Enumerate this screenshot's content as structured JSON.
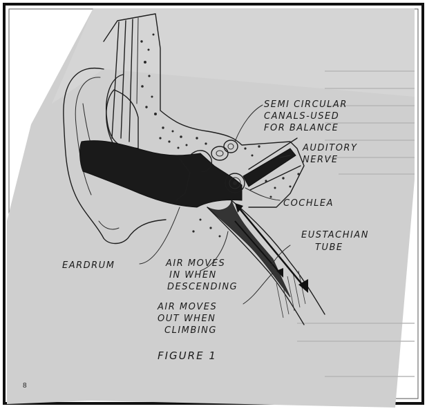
{
  "figure": {
    "caption": "FIGURE 1",
    "page_number": "8",
    "labels": {
      "semicircular_line1": "SEMI CIRCULAR",
      "semicircular_line2": "CANALS-USED",
      "semicircular_line3": "FOR BALANCE",
      "auditory_line1": "AUDITORY",
      "auditory_line2": "NERVE",
      "cochlea": "COCHLEA",
      "eustachian_line1": "EUSTACHIAN",
      "eustachian_line2": "TUBE",
      "eardrum": "EARDRUM",
      "descend_line1": "AIR MOVES",
      "descend_line2": "IN WHEN",
      "descend_line3": "DESCENDING",
      "climb_line1": "AIR MOVES",
      "climb_line2": "OUT WHEN",
      "climb_line3": "CLIMBING"
    }
  }
}
